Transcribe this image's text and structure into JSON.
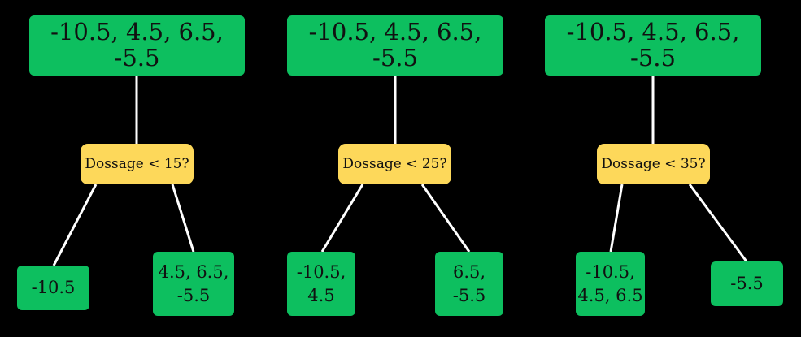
{
  "colors": {
    "background": "#000000",
    "data_node": "#0dbf5f",
    "question_node": "#fdd85a",
    "edge": "#ffffff",
    "text": "#111111"
  },
  "trees": [
    {
      "root": "-10.5, 4.5, 6.5, -5.5",
      "question": "Dossage < 15?",
      "left": "-10.5",
      "right": "4.5, 6.5,\n-5.5"
    },
    {
      "root": "-10.5, 4.5, 6.5, -5.5",
      "question": "Dossage < 25?",
      "left": "-10.5,\n4.5",
      "right": "6.5,\n-5.5"
    },
    {
      "root": "-10.5, 4.5, 6.5, -5.5",
      "question": "Dossage < 35?",
      "left": "-10.5,\n4.5, 6.5",
      "right": "-5.5"
    }
  ]
}
